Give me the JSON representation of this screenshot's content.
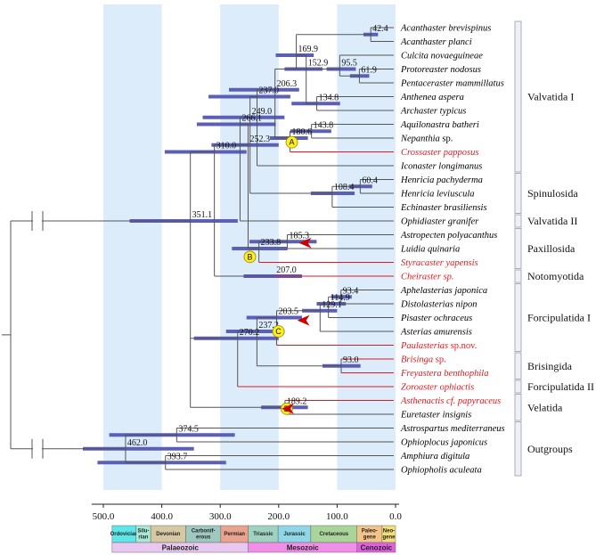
{
  "taxa": [
    {
      "name": "Acanthaster brevispinus",
      "suffix": "",
      "color": "#000000"
    },
    {
      "name": "Acanthaster planci",
      "suffix": "",
      "color": "#000000"
    },
    {
      "name": "Culcita novaeguineae",
      "suffix": "",
      "color": "#000000"
    },
    {
      "name": "Protoreaster nodosus",
      "suffix": "",
      "color": "#000000"
    },
    {
      "name": "Pentaceraster mammillatus",
      "suffix": "",
      "color": "#000000"
    },
    {
      "name": "Anthenea aspera",
      "suffix": "",
      "color": "#000000"
    },
    {
      "name": "Archaster typicus",
      "suffix": "",
      "color": "#000000"
    },
    {
      "name": "Aquilonastra batheri",
      "suffix": "",
      "color": "#000000"
    },
    {
      "name": "Nepanthia",
      "suffix": " sp.",
      "color": "#000000"
    },
    {
      "name": "Crossaster papposus",
      "suffix": "",
      "color": "#e0191f"
    },
    {
      "name": "Iconaster longimanus",
      "suffix": "",
      "color": "#000000"
    },
    {
      "name": "Henricia pachyderma",
      "suffix": "",
      "color": "#000000"
    },
    {
      "name": "Henricia leviuscula",
      "suffix": "",
      "color": "#000000"
    },
    {
      "name": "Echinaster brasiliensis",
      "suffix": "",
      "color": "#000000"
    },
    {
      "name": "Ophidiaster granifer",
      "suffix": "",
      "color": "#000000"
    },
    {
      "name": "Astropecten polyacanthus",
      "suffix": "",
      "color": "#000000"
    },
    {
      "name": "Luidia quinaria",
      "suffix": "",
      "color": "#000000"
    },
    {
      "name": "Styracaster yapensis",
      "suffix": "",
      "color": "#e0191f"
    },
    {
      "name": "Cheiraster sp.",
      "suffix": "",
      "color": "#e0191f"
    },
    {
      "name": "Aphelasterias japonica",
      "suffix": "",
      "color": "#000000"
    },
    {
      "name": "Distolasterias nipon",
      "suffix": "",
      "color": "#000000"
    },
    {
      "name": "Pisaster ochraceus",
      "suffix": "",
      "color": "#000000"
    },
    {
      "name": "Asterias amurensis",
      "suffix": "",
      "color": "#000000"
    },
    {
      "name": "Paulasterias",
      "suffix": " sp.nov.",
      "color": "#e0191f"
    },
    {
      "name": "Brisinga",
      "suffix": " sp.",
      "color": "#e0191f"
    },
    {
      "name": "Freyastera benthophila",
      "suffix": "",
      "color": "#e0191f"
    },
    {
      "name": "Zoroaster ophiactis",
      "suffix": "",
      "color": "#e0191f"
    },
    {
      "name": "Asthenactis cf. papyraceus",
      "suffix": "",
      "color": "#e0191f"
    },
    {
      "name": "Euretaster insignis",
      "suffix": "",
      "color": "#000000"
    },
    {
      "name": "Astrospartus mediterraneus",
      "suffix": "",
      "color": "#000000"
    },
    {
      "name": "Ophioplocus japonicus",
      "suffix": "",
      "color": "#000000"
    },
    {
      "name": "Amphiura digitula",
      "suffix": "",
      "color": "#000000"
    },
    {
      "name": "Ophiopholis aculeata",
      "suffix": "",
      "color": "#000000"
    }
  ],
  "nodes": [
    {
      "label": "42.4",
      "age": 42.4,
      "tips": [
        0,
        1
      ],
      "hpd": [
        55,
        30
      ]
    },
    {
      "label": "61.9",
      "age": 61.9,
      "tips": [
        3,
        4
      ],
      "hpd": [
        78,
        45
      ]
    },
    {
      "label": "95.5",
      "age": 95.5,
      "tips": [
        2,
        3,
        4
      ],
      "hpd": [
        118,
        68
      ]
    },
    {
      "label": "169.9",
      "age": 169.9,
      "tips": [
        0,
        1,
        2,
        3,
        4
      ],
      "hpd": [
        205,
        140
      ]
    },
    {
      "label": "134.8",
      "age": 134.8,
      "tips": [
        5,
        6
      ],
      "hpd": [
        178,
        95
      ]
    },
    {
      "label": "152.9",
      "age": 152.9,
      "tips": [
        0,
        1,
        2,
        3,
        4,
        5,
        6
      ],
      "hpd": [
        190,
        125
      ]
    },
    {
      "label": "143.8",
      "age": 143.8,
      "tips": [
        7,
        8
      ],
      "hpd": [
        180,
        110
      ]
    },
    {
      "label": "180.6",
      "age": 180.6,
      "tips": [
        7,
        8,
        9
      ],
      "hpd": [
        215,
        150
      ]
    },
    {
      "label": "206.3",
      "age": 206.3,
      "tips": [
        0,
        1,
        2,
        3,
        4,
        5,
        6,
        7,
        8,
        9
      ],
      "hpd": [
        285,
        165
      ]
    },
    {
      "label": "237.0",
      "age": 237.0,
      "tips": [
        0,
        1,
        2,
        3,
        4,
        5,
        6,
        7,
        8,
        9,
        10
      ],
      "hpd": [
        320,
        180
      ]
    },
    {
      "label": "60.4",
      "age": 60.4,
      "tips": [
        11,
        12
      ],
      "hpd": [
        80,
        40
      ]
    },
    {
      "label": "108.4",
      "age": 108.4,
      "tips": [
        11,
        12,
        13
      ],
      "hpd": [
        145,
        70
      ]
    },
    {
      "label": "249.0",
      "age": 249.0,
      "tips": [
        0,
        1,
        2,
        3,
        4,
        5,
        6,
        7,
        8,
        9,
        10,
        11,
        12,
        13
      ],
      "hpd": [
        330,
        190
      ]
    },
    {
      "label": "266.1",
      "age": 266.1,
      "tips": [
        0,
        1,
        2,
        3,
        4,
        5,
        6,
        7,
        8,
        9,
        10,
        11,
        12,
        13,
        14
      ],
      "hpd": [
        340,
        205
      ]
    },
    {
      "label": "185.3",
      "age": 185.3,
      "tips": [
        15,
        16
      ],
      "hpd": [
        250,
        135
      ]
    },
    {
      "label": "233.8",
      "age": 233.8,
      "tips": [
        15,
        16,
        17
      ],
      "hpd": [
        280,
        185
      ]
    },
    {
      "label": "252.3",
      "age": 252.3,
      "tips": [
        0,
        1,
        2,
        3,
        4,
        5,
        6,
        7,
        8,
        9,
        10,
        11,
        12,
        13,
        14,
        15,
        16,
        17
      ],
      "hpd": [
        315,
        200
      ]
    },
    {
      "label": "207.0",
      "age": 207.0,
      "tips": [
        18
      ],
      "hpd": [
        260,
        160
      ]
    },
    {
      "label": "310.0",
      "age": 310.0,
      "tips": [
        0,
        1,
        2,
        3,
        4,
        5,
        6,
        7,
        8,
        9,
        10,
        11,
        12,
        13,
        14,
        15,
        16,
        17,
        18
      ],
      "hpd": [
        395,
        255
      ]
    },
    {
      "label": "93.4",
      "age": 93.4,
      "tips": [
        19,
        20
      ],
      "hpd": [
        110,
        75
      ]
    },
    {
      "label": "114.9",
      "age": 114.9,
      "tips": [
        19,
        20,
        21
      ],
      "hpd": [
        135,
        85
      ]
    },
    {
      "label": "129.1",
      "age": 129.1,
      "tips": [
        19,
        20,
        21,
        22
      ],
      "hpd": [
        160,
        100
      ]
    },
    {
      "label": "203.5",
      "age": 203.5,
      "tips": [
        19,
        20,
        21,
        22,
        23
      ],
      "hpd": [
        255,
        160
      ]
    },
    {
      "label": "93.0",
      "age": 93.0,
      "tips": [
        24,
        25
      ],
      "hpd": [
        125,
        60
      ]
    },
    {
      "label": "237.2",
      "age": 237.2,
      "tips": [
        19,
        20,
        21,
        22,
        23,
        24,
        25
      ],
      "hpd": [
        290,
        190
      ]
    },
    {
      "label": "270.2",
      "age": 270.2,
      "tips": [
        19,
        20,
        21,
        22,
        23,
        24,
        25,
        26
      ],
      "hpd": [
        345,
        200
      ]
    },
    {
      "label": "189.2",
      "age": 189.2,
      "tips": [
        27,
        28
      ],
      "hpd": [
        230,
        150
      ]
    },
    {
      "label": "351.1",
      "age": 351.1,
      "tips": [
        0,
        1,
        2,
        3,
        4,
        5,
        6,
        7,
        8,
        9,
        10,
        11,
        12,
        13,
        14,
        15,
        16,
        17,
        18,
        19,
        20,
        21,
        22,
        23,
        24,
        25,
        26,
        27,
        28
      ],
      "hpd": [
        455,
        270
      ]
    },
    {
      "label": "374.5",
      "age": 374.5,
      "tips": [
        29,
        30
      ],
      "hpd": [
        490,
        275
      ]
    },
    {
      "label": "393.7",
      "age": 393.7,
      "tips": [
        31,
        32
      ],
      "hpd": [
        510,
        290
      ]
    },
    {
      "label": "462.0",
      "age": 462.0,
      "tips": [
        29,
        30,
        31,
        32
      ],
      "hpd": [
        535,
        345
      ]
    }
  ],
  "red_branches": [
    9,
    17,
    18,
    23,
    24,
    25,
    26,
    27
  ],
  "markers": [
    {
      "label": "A",
      "age": 180.6,
      "tip": 8.3
    },
    {
      "label": "B",
      "age": 252.3,
      "tip": 16.6
    },
    {
      "label": "C",
      "age": 203.5,
      "tip": 22.0
    },
    {
      "label": "D",
      "age": 189.2,
      "tip": 27.6
    }
  ],
  "calibration_arrows": [
    {
      "age": 150,
      "tip": 15.6
    },
    {
      "age": 153,
      "tip": 21.2
    },
    {
      "age": 180,
      "tip": 27.6
    }
  ],
  "groups": [
    {
      "label": "Valvatida I",
      "from": 0,
      "to": 10
    },
    {
      "label": "Spinulosida",
      "from": 11,
      "to": 13
    },
    {
      "label": "Valvatida II",
      "from": 14,
      "to": 14
    },
    {
      "label": "Paxillosida",
      "from": 15,
      "to": 17
    },
    {
      "label": "Notomyotida",
      "from": 18,
      "to": 18
    },
    {
      "label": "Forcipulatida I",
      "from": 19,
      "to": 23
    },
    {
      "label": "Brisingida",
      "from": 24,
      "to": 25
    },
    {
      "label": "Forcipulatida II",
      "from": 26,
      "to": 26
    },
    {
      "label": "Velatida",
      "from": 27,
      "to": 28
    },
    {
      "label": "Outgroups",
      "from": 29,
      "to": 32
    }
  ],
  "axis": {
    "ticks": [
      500,
      400,
      300,
      200,
      100,
      0
    ],
    "tick_labels": [
      "500.0",
      "400.0",
      "300.0",
      "200.0",
      "100.0",
      "0.0"
    ],
    "shaded_bands": [
      [
        500,
        400
      ],
      [
        300,
        200
      ],
      [
        100,
        0
      ]
    ]
  },
  "periods": [
    {
      "label": "Ordovician",
      "start": 485,
      "end": 444,
      "color": "#5fe6e8"
    },
    {
      "label": "Silu-\nrian",
      "start": 444,
      "end": 419,
      "color": "#a8e8d6"
    },
    {
      "label": "Devonian",
      "start": 419,
      "end": 359,
      "color": "#d7c8a4"
    },
    {
      "label": "Carbonif-\nerous",
      "start": 359,
      "end": 299,
      "color": "#9fc9c0"
    },
    {
      "label": "Permian",
      "start": 299,
      "end": 252,
      "color": "#eaa38d"
    },
    {
      "label": "Triassic",
      "start": 252,
      "end": 201,
      "color": "#a0d2c2"
    },
    {
      "label": "Jurassic",
      "start": 201,
      "end": 145,
      "color": "#8fd6e6"
    },
    {
      "label": "Cretaceous",
      "start": 145,
      "end": 66,
      "color": "#a9d59b"
    },
    {
      "label": "Paleo-\ngene",
      "start": 66,
      "end": 23,
      "color": "#f3c38a"
    },
    {
      "label": "Neo-\ngene",
      "start": 23,
      "end": 0,
      "color": "#f4de7a"
    }
  ],
  "eras": [
    {
      "label": "Palaeozoic",
      "start": 485,
      "end": 252,
      "color": "#e8c8f0"
    },
    {
      "label": "Mesozoic",
      "start": 252,
      "end": 66,
      "color": "#f08ee8"
    },
    {
      "label": "Cenozoic",
      "start": 66,
      "end": 0,
      "color": "#e060e0"
    }
  ],
  "colors": {
    "band": "#dcecfa",
    "hpd_bar": "#5b5fb5",
    "branch": "#555555",
    "red": "#e0191f",
    "marker_fill": "#ffef1a",
    "arrow": "#cc0000",
    "group_bracket_fill": "#eef0f7"
  }
}
